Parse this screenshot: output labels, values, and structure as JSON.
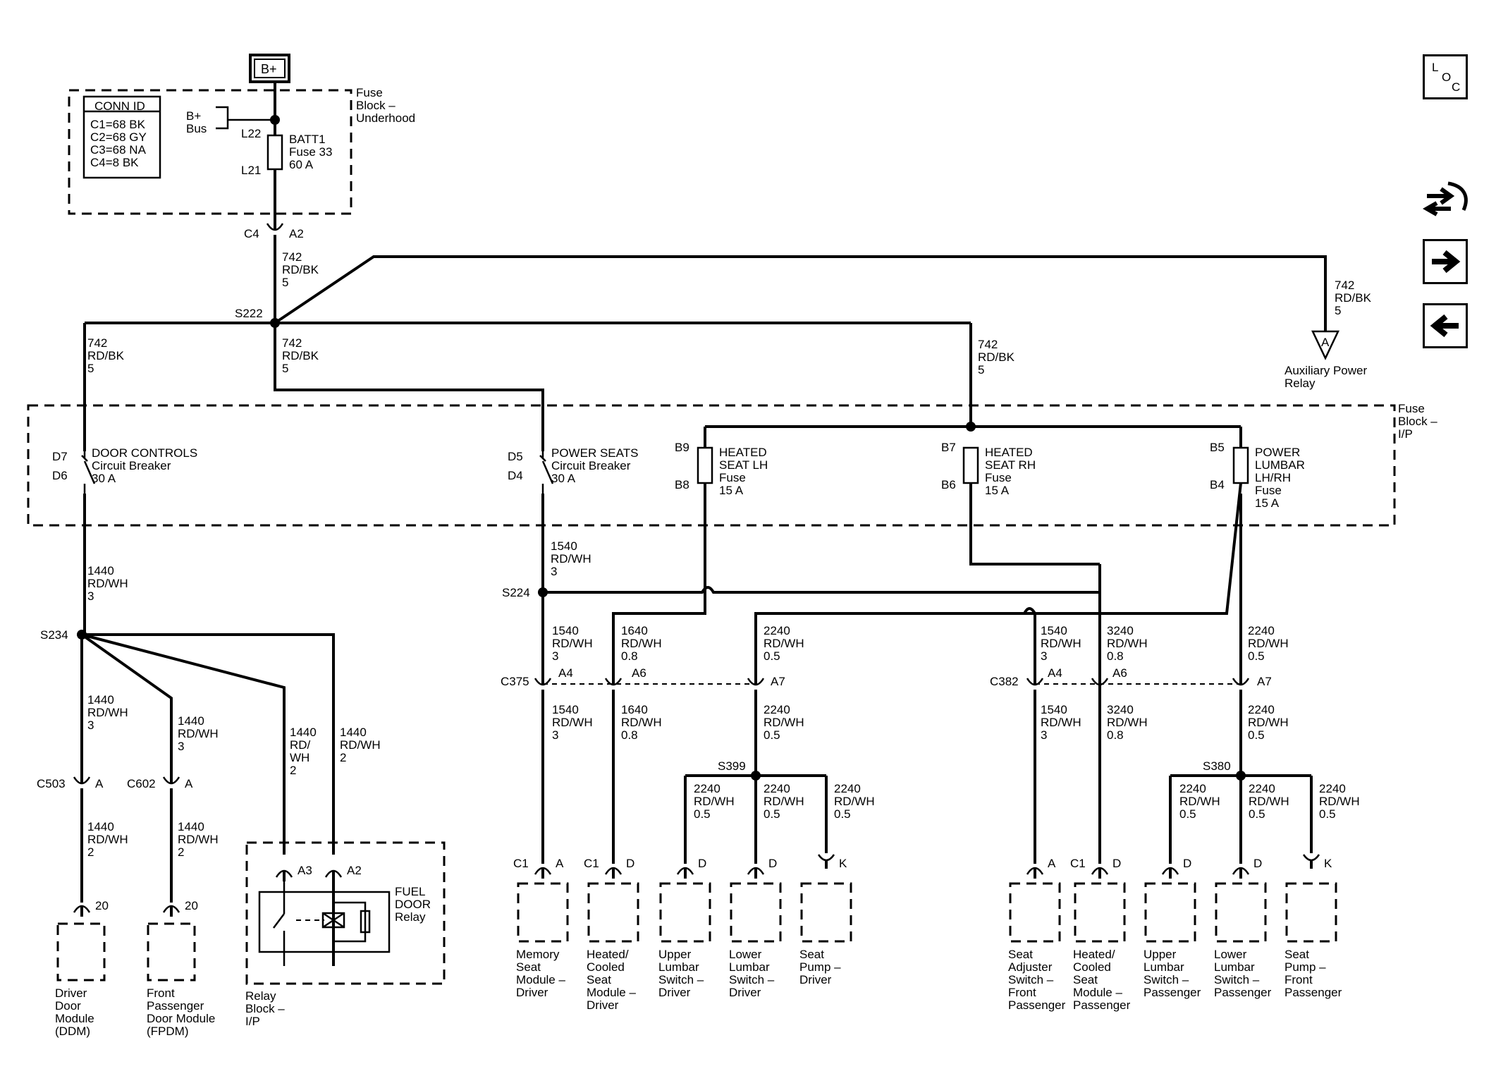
{
  "power_source": {
    "label": "B+"
  },
  "underhood_block": {
    "title": [
      "Fuse",
      "Block –",
      "Underhood"
    ],
    "conn_id": {
      "header": "CONN ID",
      "rows": [
        "C1=68 BK",
        "C2=68 GY",
        "C3=68 NA",
        "C4=8 BK"
      ]
    },
    "bus": [
      "B+",
      "Bus"
    ],
    "fuse": {
      "lines": [
        "BATT1",
        "Fuse 33",
        "60 A"
      ],
      "pin_in": "L22",
      "pin_out": "L21"
    },
    "connector": {
      "id": "C4",
      "pin": "A2"
    }
  },
  "splices": {
    "s222": "S222",
    "s224": "S224",
    "s234": "S234",
    "s399": "S399",
    "s380": "S380"
  },
  "wire_742": [
    "742",
    "RD/BK",
    "5"
  ],
  "aux_relay": {
    "pin": "A",
    "label": [
      "Auxiliary Power",
      "Relay"
    ]
  },
  "ip_block": {
    "title": [
      "Fuse",
      "Block –",
      "I/P"
    ],
    "door_cb": {
      "pin_in": "D7",
      "pin_out": "D6",
      "lines": [
        "DOOR CONTROLS",
        "Circuit Breaker",
        "30 A"
      ]
    },
    "seats_cb": {
      "pin_in": "D5",
      "pin_out": "D4",
      "lines": [
        "POWER SEATS",
        "Circuit Breaker",
        "30 A"
      ]
    },
    "heated_lh": {
      "pin_in": "B9",
      "pin_out": "B8",
      "lines": [
        "HEATED",
        "SEAT LH",
        "Fuse",
        "15 A"
      ]
    },
    "heated_rh": {
      "pin_in": "B7",
      "pin_out": "B6",
      "lines": [
        "HEATED",
        "SEAT RH",
        "Fuse",
        "15 A"
      ]
    },
    "lumbar": {
      "pin_in": "B5",
      "pin_out": "B4",
      "lines": [
        "POWER",
        "LUMBAR",
        "LH/RH",
        "Fuse",
        "15 A"
      ]
    }
  },
  "wire_1440": [
    "1440",
    "RD/WH",
    "3"
  ],
  "wire_1440_2": [
    "1440",
    "RD/WH",
    "2"
  ],
  "wire_1440_relay": [
    "1440",
    "RD/",
    "WH",
    "2"
  ],
  "wire_1540": [
    "1540",
    "RD/WH",
    "3"
  ],
  "wire_1640": [
    "1640",
    "RD/WH",
    "0.8"
  ],
  "wire_3240": [
    "3240",
    "RD/WH",
    "0.8"
  ],
  "wire_2240": [
    "2240",
    "RD/WH",
    "0.5"
  ],
  "connectors": {
    "c375": "C375",
    "c382": "C382",
    "c503": "C503",
    "c602": "C602",
    "a4": "A4",
    "a6": "A6",
    "a7": "A7",
    "a": "A",
    "a3": "A3",
    "a2": "A2",
    "c1": "C1",
    "d": "D",
    "k": "K",
    "p20": "20"
  },
  "relay_block": {
    "relay_label": [
      "FUEL",
      "DOOR",
      "Relay"
    ],
    "label": [
      "Relay",
      "Block –",
      "I/P"
    ]
  },
  "components": {
    "ddm": [
      "Driver",
      "Door",
      "Module",
      "(DDM)"
    ],
    "fpdm": [
      "Front",
      "Passenger",
      "Door Module",
      "(FPDM)"
    ],
    "memory": [
      "Memory",
      "Seat",
      "Module –",
      "Driver"
    ],
    "heated_driver": [
      "Heated/",
      "Cooled",
      "Seat",
      "Module –",
      "Driver"
    ],
    "upper_driver": [
      "Upper",
      "Lumbar",
      "Switch –",
      "Driver"
    ],
    "lower_driver": [
      "Lower",
      "Lumbar",
      "Switch –",
      "Driver"
    ],
    "pump_driver": [
      "Seat",
      "Pump –",
      "Driver"
    ],
    "adjuster_pass": [
      "Seat",
      "Adjuster",
      "Switch –",
      "Front",
      "Passenger"
    ],
    "heated_pass": [
      "Heated/",
      "Cooled",
      "Seat",
      "Module –",
      "Passenger"
    ],
    "upper_pass": [
      "Upper",
      "Lumbar",
      "Switch –",
      "Passenger"
    ],
    "lower_pass": [
      "Lower",
      "Lumbar",
      "Switch –",
      "Passenger"
    ],
    "pump_pass": [
      "Seat",
      "Pump –",
      "Front",
      "Passenger"
    ]
  },
  "nav": {
    "loc": [
      "L",
      "O",
      "C"
    ],
    "icons": [
      "schematic-flow-icon",
      "next-arrow-icon",
      "previous-arrow-icon"
    ]
  }
}
